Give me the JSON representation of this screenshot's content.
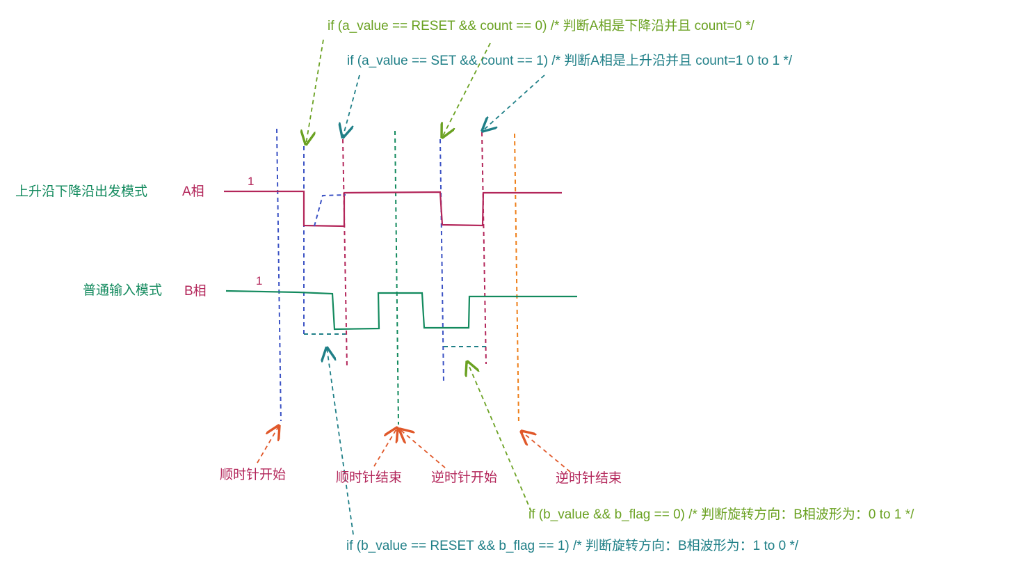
{
  "colors": {
    "a_phase": "#b3265a",
    "b_phase": "#138a5e",
    "falling_arrow": "#6aa121",
    "rising_arrow": "#1f7f87",
    "marker_arrow": "#e0582a",
    "blue_dash": "#3b52c4",
    "orange_dash": "#ee7f1a"
  },
  "annotations": {
    "a_falling": "if (a_value == RESET && count == 0) /* 判断A相是下降沿并且 count=0 */",
    "a_rising": "if (a_value == SET && count == 1) /* 判断A相是上升沿并且 count=1  0 to 1 */",
    "b_rise": "if (b_value && b_flag == 0) /* 判断旋转方向：B相波形为：0 to 1 */",
    "b_fall": "if (b_value == RESET && b_flag == 1) /* 判断旋转方向：B相波形为：1 to 0 */"
  },
  "signals": {
    "a_mode_label": "上升沿下降沿出发模式",
    "a_name": "A相",
    "a_high": "1",
    "b_mode_label": "普通输入模式",
    "b_name": "B相",
    "b_high": "1"
  },
  "markers": {
    "cw_start": "顺时针开始",
    "cw_end": "顺时针结束",
    "ccw_start": "逆时针开始",
    "ccw_end": "逆时针结束"
  }
}
